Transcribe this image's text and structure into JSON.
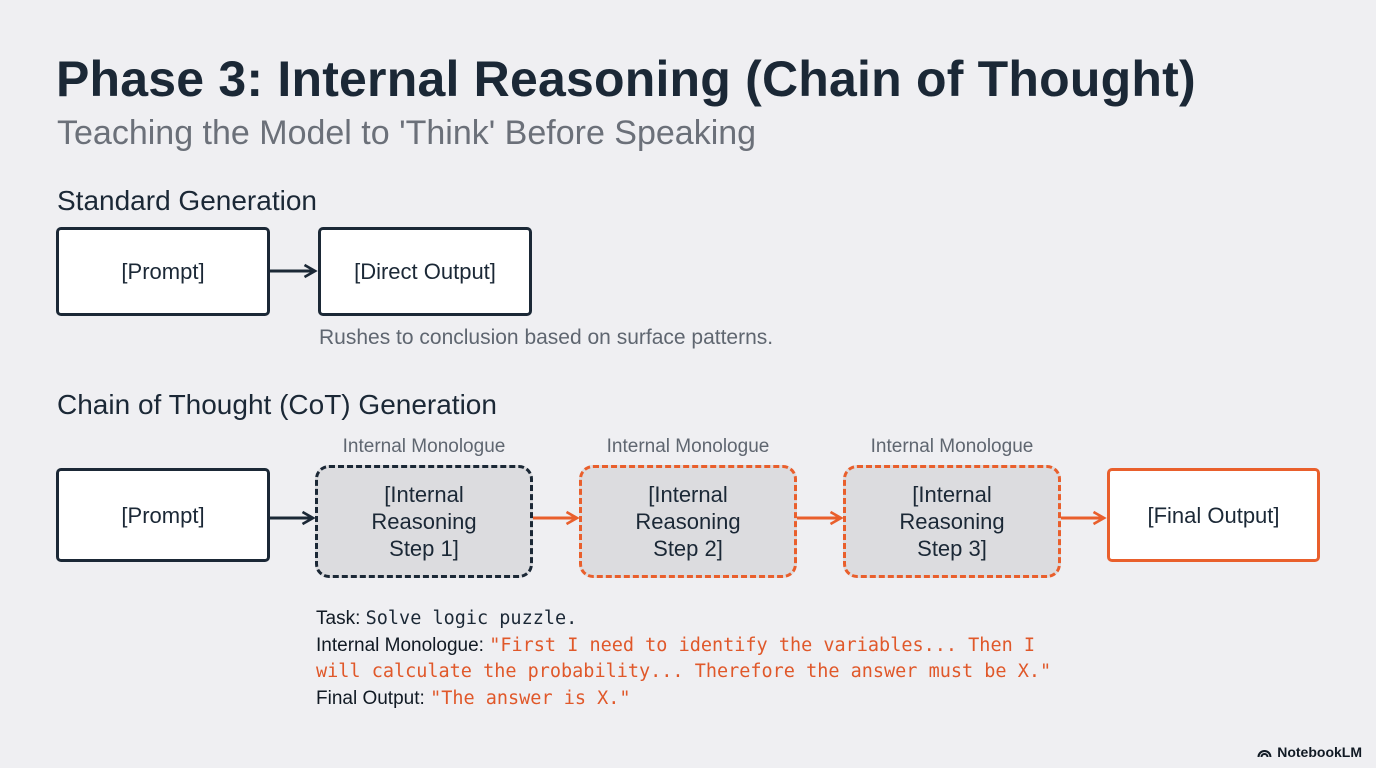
{
  "title": "Phase 3: Internal Reasoning (Chain of Thought)",
  "subtitle": "Teaching the Model to 'Think' Before Speaking",
  "standard": {
    "heading": "Standard Generation",
    "prompt": "[Prompt]",
    "output": "[Direct Output]",
    "caption": "Rushes to conclusion based on surface patterns."
  },
  "cot": {
    "heading": "Chain of Thought (CoT) Generation",
    "prompt": "[Prompt]",
    "monologue_label": "Internal Monologue",
    "steps": [
      "[Internal\nReasoning\nStep 1]",
      "[Internal\nReasoning\nStep 2]",
      "[Internal\nReasoning\nStep 3]"
    ],
    "final": "[Final Output]"
  },
  "example": {
    "task_label": "Task:",
    "task_text": "Solve logic puzzle.",
    "monologue_label": "Internal Monologue:",
    "monologue_line1": "\"First I need to identify the variables... Then I",
    "monologue_line2": "will calculate the probability... Therefore the answer must be X.\"",
    "final_label": "Final Output:",
    "final_text": "\"The answer is X.\""
  },
  "brand": "NotebookLM",
  "colors": {
    "dark": "#1b2836",
    "accent": "#e95f2c",
    "background": "#efeff2"
  }
}
